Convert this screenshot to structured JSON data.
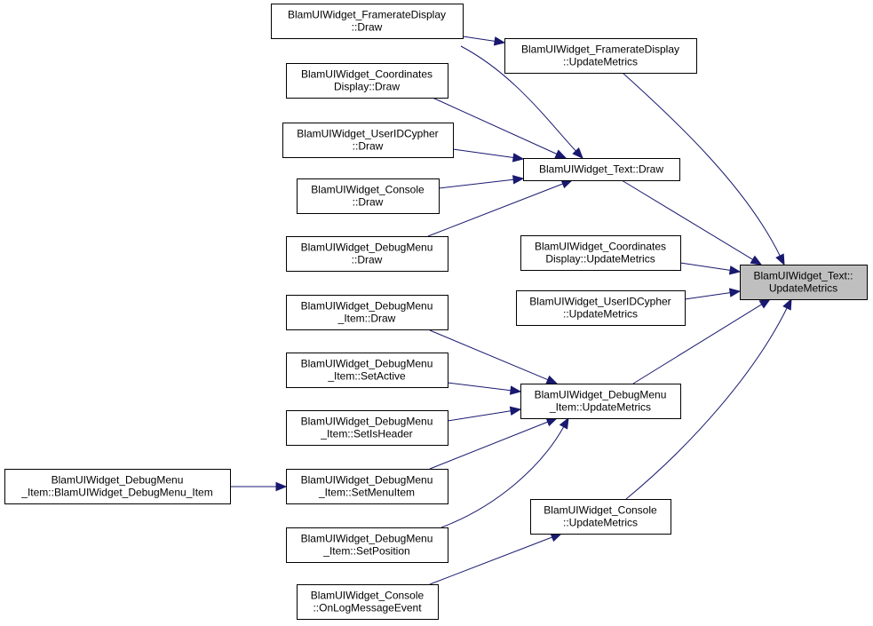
{
  "colors": {
    "edge": "#191970",
    "root_fill": "#bfbfbf",
    "node_fill": "#ffffff"
  },
  "nodes": [
    {
      "id": "text_update",
      "lines": [
        "BlamUIWidget_Text::",
        "UpdateMetrics"
      ],
      "root": true
    },
    {
      "id": "fr_update",
      "lines": [
        "BlamUIWidget_FramerateDisplay",
        "::UpdateMetrics"
      ]
    },
    {
      "id": "fr_draw",
      "lines": [
        "BlamUIWidget_FramerateDisplay",
        "::Draw"
      ]
    },
    {
      "id": "coord_draw",
      "lines": [
        "BlamUIWidget_Coordinates",
        "Display::Draw"
      ]
    },
    {
      "id": "uid_draw",
      "lines": [
        "BlamUIWidget_UserIDCypher",
        "::Draw"
      ]
    },
    {
      "id": "text_draw",
      "lines": [
        "BlamUIWidget_Text::Draw"
      ]
    },
    {
      "id": "console_draw",
      "lines": [
        "BlamUIWidget_Console",
        "::Draw"
      ]
    },
    {
      "id": "dm_draw",
      "lines": [
        "BlamUIWidget_DebugMenu",
        "::Draw"
      ]
    },
    {
      "id": "coord_update",
      "lines": [
        "BlamUIWidget_Coordinates",
        "Display::UpdateMetrics"
      ]
    },
    {
      "id": "uid_update",
      "lines": [
        "BlamUIWidget_UserIDCypher",
        "::UpdateMetrics"
      ]
    },
    {
      "id": "dmi_draw",
      "lines": [
        "BlamUIWidget_DebugMenu",
        "_Item::Draw"
      ]
    },
    {
      "id": "dmi_setactive",
      "lines": [
        "BlamUIWidget_DebugMenu",
        "_Item::SetActive"
      ]
    },
    {
      "id": "dmi_update",
      "lines": [
        "BlamUIWidget_DebugMenu",
        "_Item::UpdateMetrics"
      ]
    },
    {
      "id": "dmi_setisheader",
      "lines": [
        "BlamUIWidget_DebugMenu",
        "_Item::SetIsHeader"
      ]
    },
    {
      "id": "dmi_ctor",
      "lines": [
        "BlamUIWidget_DebugMenu",
        "_Item::BlamUIWidget_DebugMenu_Item"
      ]
    },
    {
      "id": "dmi_setmenuitem",
      "lines": [
        "BlamUIWidget_DebugMenu",
        "_Item::SetMenuItem"
      ]
    },
    {
      "id": "console_update",
      "lines": [
        "BlamUIWidget_Console",
        "::UpdateMetrics"
      ]
    },
    {
      "id": "dmi_setposition",
      "lines": [
        "BlamUIWidget_DebugMenu",
        "_Item::SetPosition"
      ]
    },
    {
      "id": "console_onlog",
      "lines": [
        "BlamUIWidget_Console",
        "::OnLogMessageEvent"
      ]
    }
  ],
  "edges": [
    {
      "from": "fr_draw",
      "to": "fr_update"
    },
    {
      "from": "fr_draw",
      "to": "text_draw"
    },
    {
      "from": "coord_draw",
      "to": "text_draw"
    },
    {
      "from": "uid_draw",
      "to": "text_draw"
    },
    {
      "from": "console_draw",
      "to": "text_draw"
    },
    {
      "from": "dm_draw",
      "to": "text_draw"
    },
    {
      "from": "fr_update",
      "to": "text_update"
    },
    {
      "from": "text_draw",
      "to": "text_update"
    },
    {
      "from": "coord_update",
      "to": "text_update"
    },
    {
      "from": "uid_update",
      "to": "text_update"
    },
    {
      "from": "dmi_update",
      "to": "text_update"
    },
    {
      "from": "console_update",
      "to": "text_update"
    },
    {
      "from": "dmi_draw",
      "to": "dmi_update"
    },
    {
      "from": "dmi_setactive",
      "to": "dmi_update"
    },
    {
      "from": "dmi_setisheader",
      "to": "dmi_update"
    },
    {
      "from": "dmi_setmenuitem",
      "to": "dmi_update"
    },
    {
      "from": "dmi_setposition",
      "to": "dmi_update"
    },
    {
      "from": "dmi_ctor",
      "to": "dmi_setmenuitem"
    },
    {
      "from": "console_onlog",
      "to": "console_update"
    }
  ]
}
